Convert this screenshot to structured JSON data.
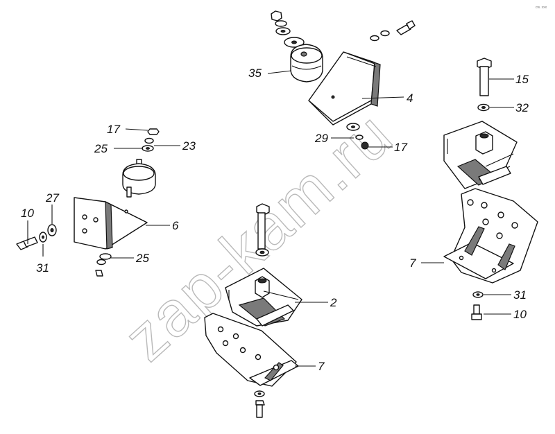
{
  "watermark": "zap-kam.ru",
  "corner_mark": "cw. xxx",
  "labels": {
    "l35": "35",
    "l4": "4",
    "l15": "15",
    "l32": "32",
    "l29": "29",
    "l17a": "17",
    "l17b": "17",
    "l25a": "25",
    "l23": "23",
    "l27": "27",
    "l10a": "10",
    "l6": "6",
    "l31a": "31",
    "l25b": "25",
    "l2": "2",
    "l7a": "7",
    "l7b": "7",
    "l31b": "31",
    "l10b": "10"
  }
}
